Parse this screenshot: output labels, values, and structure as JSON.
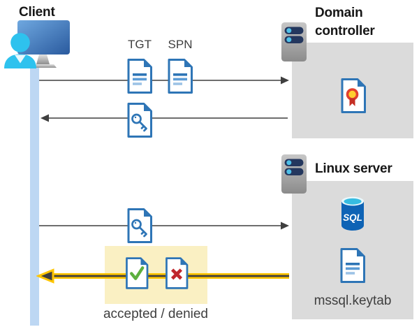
{
  "client": {
    "label": "Client"
  },
  "domain_controller": {
    "label": "Domain controller"
  },
  "linux_server": {
    "label": "Linux server",
    "sql_label": "SQL",
    "keytab_label": "mssql.keytab"
  },
  "messages": {
    "tgt_label": "TGT",
    "spn_label": "SPN",
    "response_label": "accepted / denied"
  },
  "flows": [
    {
      "from": "client",
      "to": "domain-controller",
      "direction": "right",
      "items": [
        "TGT",
        "SPN"
      ],
      "highlighted": false
    },
    {
      "from": "domain-controller",
      "to": "client",
      "direction": "left",
      "items": [
        "ticket-key-document"
      ],
      "highlighted": false
    },
    {
      "from": "client",
      "to": "linux-server",
      "direction": "right",
      "items": [
        "ticket-key-document"
      ],
      "highlighted": false
    },
    {
      "from": "linux-server",
      "to": "client",
      "direction": "left",
      "items": [
        "accepted-document",
        "denied-document"
      ],
      "highlighted": true
    }
  ],
  "icons": {
    "client": "person-at-monitor-icon",
    "domain_controller": "server-icon",
    "linux_server": "server-icon",
    "tgt": "document-icon",
    "spn": "document-icon",
    "ticket": "key-document-icon",
    "certificate": "certificate-document-icon",
    "database": "sql-database-icon",
    "keytab": "document-icon",
    "accepted": "check-document-icon",
    "denied": "cross-document-icon"
  },
  "colors": {
    "document_blue": "#2E75B6",
    "document_line_mid": "#5B9BD5",
    "document_line_light": "#9DC3E6",
    "timeline_blue": "#BDD7F3",
    "group_box_gray": "#DBDBDB",
    "server_slot_navy": "#24375E",
    "server_led_cyan": "#4EC0E8",
    "person_cyan": "#2EC2EE",
    "arrow_gray": "#3F3F3F",
    "highlight_yellow_bg": "#FAF0C3",
    "highlight_arrow_yellow": "#FFC500",
    "accepted_green": "#5CAF3E",
    "denied_red": "#C0262C",
    "certificate_yellow": "#FFCF2E",
    "certificate_red": "#E2402E",
    "sql_body_blue": "#0E63B5",
    "sql_top_cyan": "#36BCE1"
  }
}
